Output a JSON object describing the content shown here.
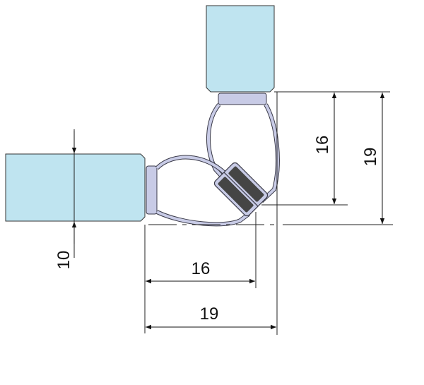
{
  "dimensions": {
    "horizontal_inner": "16",
    "horizontal_outer": "19",
    "vertical_inner": "16",
    "vertical_outer": "19",
    "glass_thickness": "10"
  },
  "colors": {
    "glass": "#bfe4f0",
    "seal": "#c8cbe6",
    "seal_outline": "#3a3a48",
    "magnet": "#454545",
    "line": "#222222"
  }
}
